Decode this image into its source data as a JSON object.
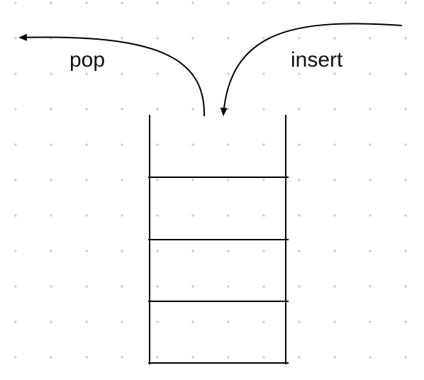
{
  "diagram": {
    "labels": {
      "pop": "pop",
      "insert": "insert"
    },
    "stack_slot_count": 4
  },
  "colors": {
    "background": "#ffffff",
    "ink": "#000000",
    "grid_dot": "#c8c8c8"
  }
}
